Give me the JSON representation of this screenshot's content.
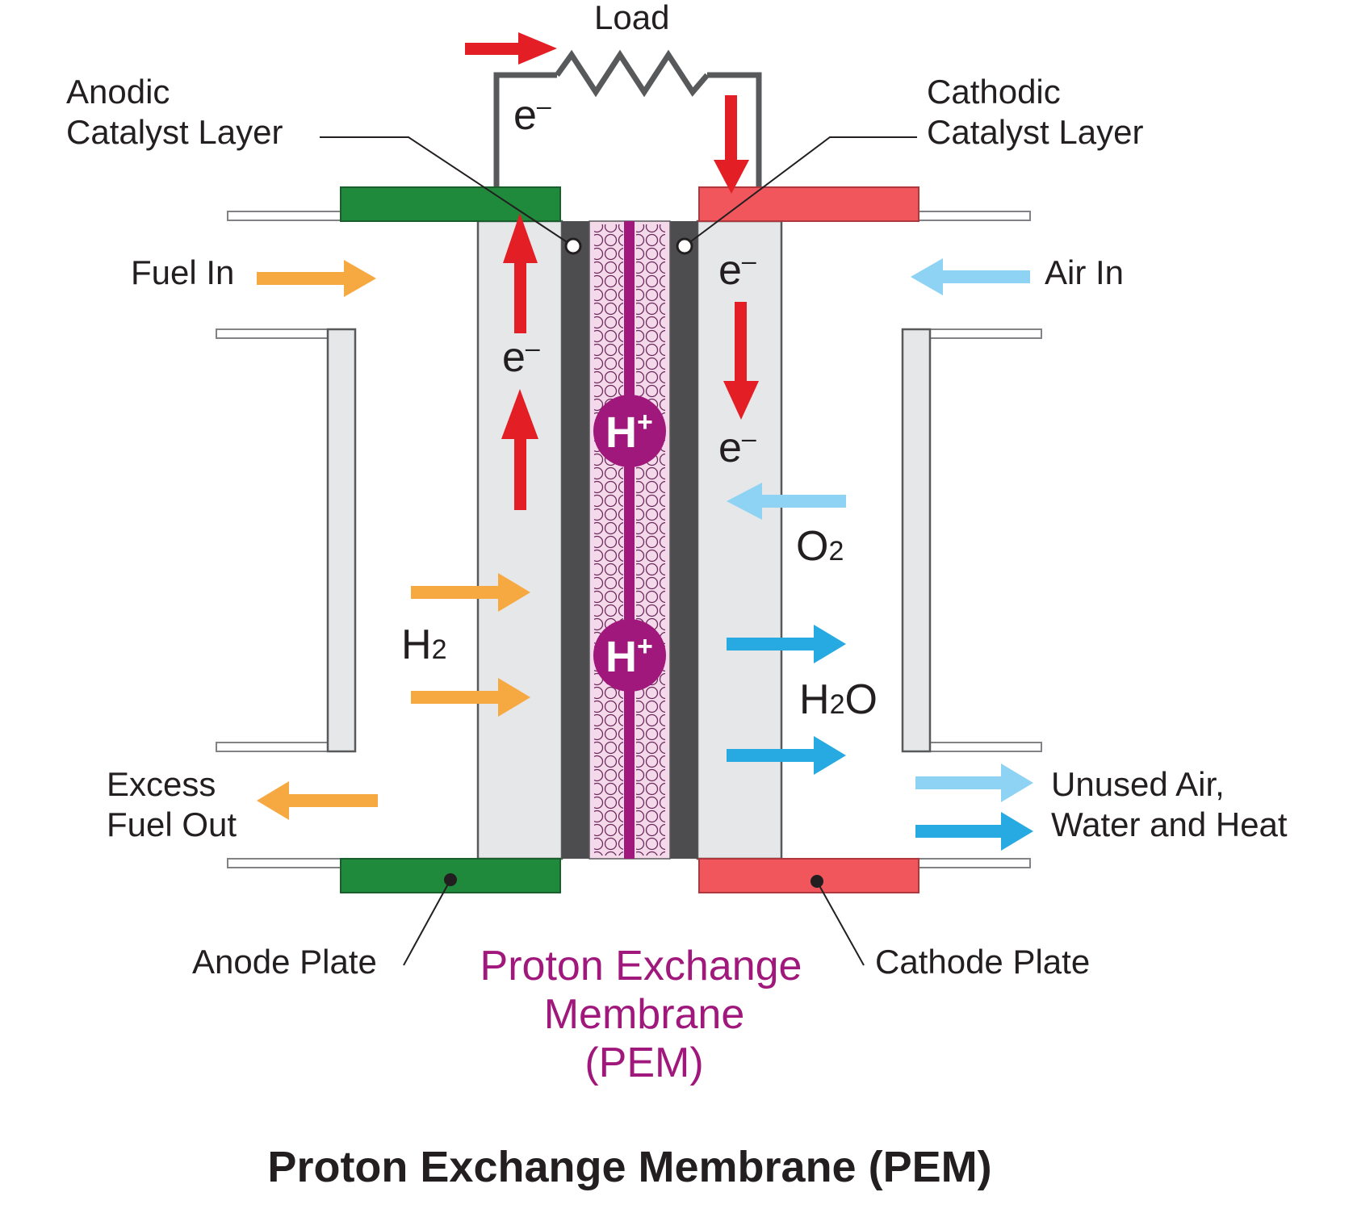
{
  "title": "Proton Exchange Membrane (PEM)",
  "labels": {
    "load": "Load",
    "anodic_catalyst_line1": "Anodic",
    "anodic_catalyst_line2": "Catalyst Layer",
    "cathodic_catalyst_line1": "Cathodic",
    "cathodic_catalyst_line2": "Catalyst Layer",
    "fuel_in": "Fuel In",
    "air_in": "Air In",
    "excess_fuel_line1": "Excess",
    "excess_fuel_line2": "Fuel Out",
    "unused_air_line1": "Unused Air,",
    "unused_air_line2": "Water and Heat",
    "anode_plate": "Anode Plate",
    "cathode_plate": "Cathode Plate",
    "pem_line1": "Proton Exchange",
    "pem_line2": "Membrane",
    "pem_line3": "(PEM)"
  },
  "species": {
    "electron": "e",
    "electron_charge": "–",
    "proton": "H",
    "proton_charge": "+",
    "hydrogen": "H",
    "hydrogen_sub": "2",
    "oxygen": "O",
    "oxygen_sub": "2",
    "water_h": "H",
    "water_sub": "2",
    "water_o": "O"
  },
  "colors": {
    "anode_plate": "#1f8a3b",
    "cathode_plate": "#f0565c",
    "membrane": "#a0187c",
    "membrane_fill": "#f3d9ea",
    "catalyst": "#4d4d4f",
    "diffusion_layer": "#e6e7e8",
    "electron_arrow": "#e31e24",
    "fuel_arrow": "#f7a941",
    "air_arrow": "#8fd3f4",
    "water_arrow": "#27a9e1",
    "circuit": "#58595b"
  }
}
